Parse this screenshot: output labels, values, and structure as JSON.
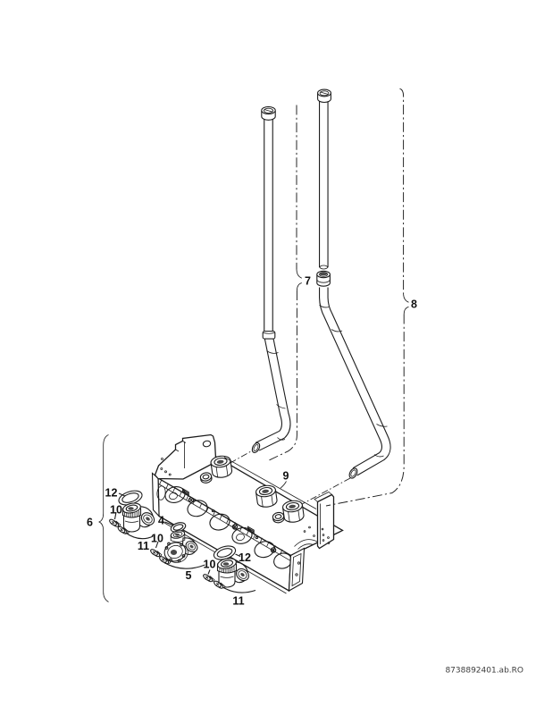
{
  "footer": {
    "doc_code": "8738892401.ab.RO"
  },
  "labels": [
    {
      "text": "12"
    },
    {
      "text": "10"
    },
    {
      "text": "6"
    },
    {
      "text": "11"
    },
    {
      "text": "4"
    },
    {
      "text": "10"
    },
    {
      "text": "5"
    },
    {
      "text": "10"
    },
    {
      "text": "12"
    },
    {
      "text": "11"
    },
    {
      "text": "9"
    },
    {
      "text": "7"
    },
    {
      "text": "8"
    }
  ],
  "colors": {
    "line": "#1c1c1c",
    "background": "#ffffff",
    "label_text": "#101010",
    "footer_text": "#3c3c3c"
  }
}
